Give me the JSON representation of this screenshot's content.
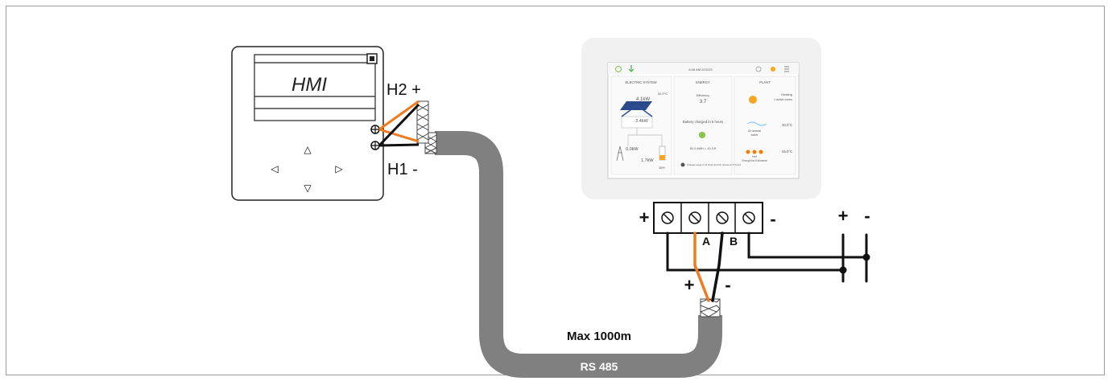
{
  "hmi": {
    "screen_label": "HMI",
    "h2_label": "H2 +",
    "h1_label": "H1 -",
    "nav_up": "△",
    "nav_left": "◁",
    "nav_right": "▷",
    "nav_down": "▽"
  },
  "cable": {
    "max_length": "Max 1000m",
    "type_label": "RS 485"
  },
  "terminal": {
    "plus_left": "+",
    "minus_right": "-",
    "label_a": "A",
    "label_b": "B",
    "wire_plus": "+",
    "wire_minus": "-"
  },
  "power": {
    "plus": "+",
    "minus": "-"
  },
  "tablet": {
    "time": "8:46 AM 2/22/23",
    "panels": [
      {
        "title": "ELECTRIC SYSTEM",
        "temp": "32.0°C",
        "solar": "4.1kW",
        "house": "2.4kW",
        "grid": "0.0kW",
        "battery": "1.7kW",
        "battery_pct": "35%"
      },
      {
        "title": "ENERGY",
        "efficiency_label": "Efficiency",
        "efficiency_value": "3.7",
        "battery_msg": "Battery charged in 5 hours",
        "cost": "51.0 kWh = 10.3 €",
        "note": "Charges surge in 14 hours and 16 minutes for 8 hours"
      },
      {
        "title": "PLANT",
        "heating": "Heating",
        "zones": "1 active zones",
        "air_label": "Air renewal",
        "air_state": "Active",
        "temp1": "30.0°C",
        "temp2": "55.0°C",
        "hw_label": "Hmf",
        "hw_note": "Enough for 5 showers"
      }
    ]
  },
  "colors": {
    "cable": "#808080",
    "wire_orange": "#ef7a1f",
    "wire_black": "#111111"
  }
}
